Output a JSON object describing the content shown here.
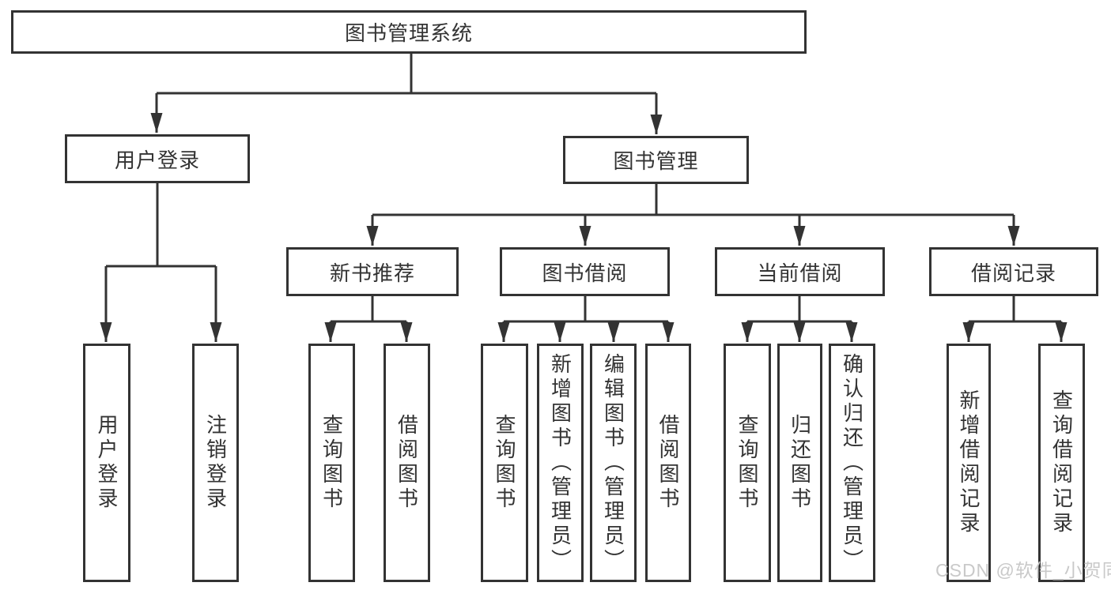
{
  "diagram_title": "图书管理系统",
  "watermark": "CSDN @软件_小贺同学",
  "colors": {
    "line": "#333333",
    "text": "#333333",
    "box_background": "#ffffff",
    "watermark": "#c9c9c9"
  },
  "nodes": {
    "root": {
      "label": "图书管理系统"
    },
    "user_login": {
      "label": "用户登录"
    },
    "book_mgmt": {
      "label": "图书管理"
    },
    "login": {
      "label": "用户登录"
    },
    "logout": {
      "label": "注销登录"
    },
    "new_rec": {
      "label": "新书推荐"
    },
    "book_borrow": {
      "label": "图书借阅"
    },
    "cur_borrow": {
      "label": "当前借阅"
    },
    "borrow_rec": {
      "label": "借阅记录"
    },
    "nbr_query": {
      "label": "查询图书"
    },
    "nbr_borrow": {
      "label": "借阅图书"
    },
    "bb_query": {
      "label": "查询图书"
    },
    "bb_add": {
      "label": "新增图书（管理员）"
    },
    "bb_edit": {
      "label": "编辑图书（管理员）"
    },
    "bb_borrow": {
      "label": "借阅图书"
    },
    "cb_query": {
      "label": "查询图书"
    },
    "cb_return": {
      "label": "归还图书"
    },
    "cb_confirm": {
      "label": "确认归还（管理员）"
    },
    "br_add": {
      "label": "新增借阅记录"
    },
    "br_query": {
      "label": "查询借阅记录"
    }
  },
  "hierarchy": {
    "root": [
      "user_login",
      "book_mgmt"
    ],
    "user_login": [
      "login",
      "logout"
    ],
    "book_mgmt": [
      "new_rec",
      "book_borrow",
      "cur_borrow",
      "borrow_rec"
    ],
    "new_rec": [
      "nbr_query",
      "nbr_borrow"
    ],
    "book_borrow": [
      "bb_query",
      "bb_add",
      "bb_edit",
      "bb_borrow"
    ],
    "cur_borrow": [
      "cb_query",
      "cb_return",
      "cb_confirm"
    ],
    "borrow_rec": [
      "br_add",
      "br_query"
    ]
  }
}
